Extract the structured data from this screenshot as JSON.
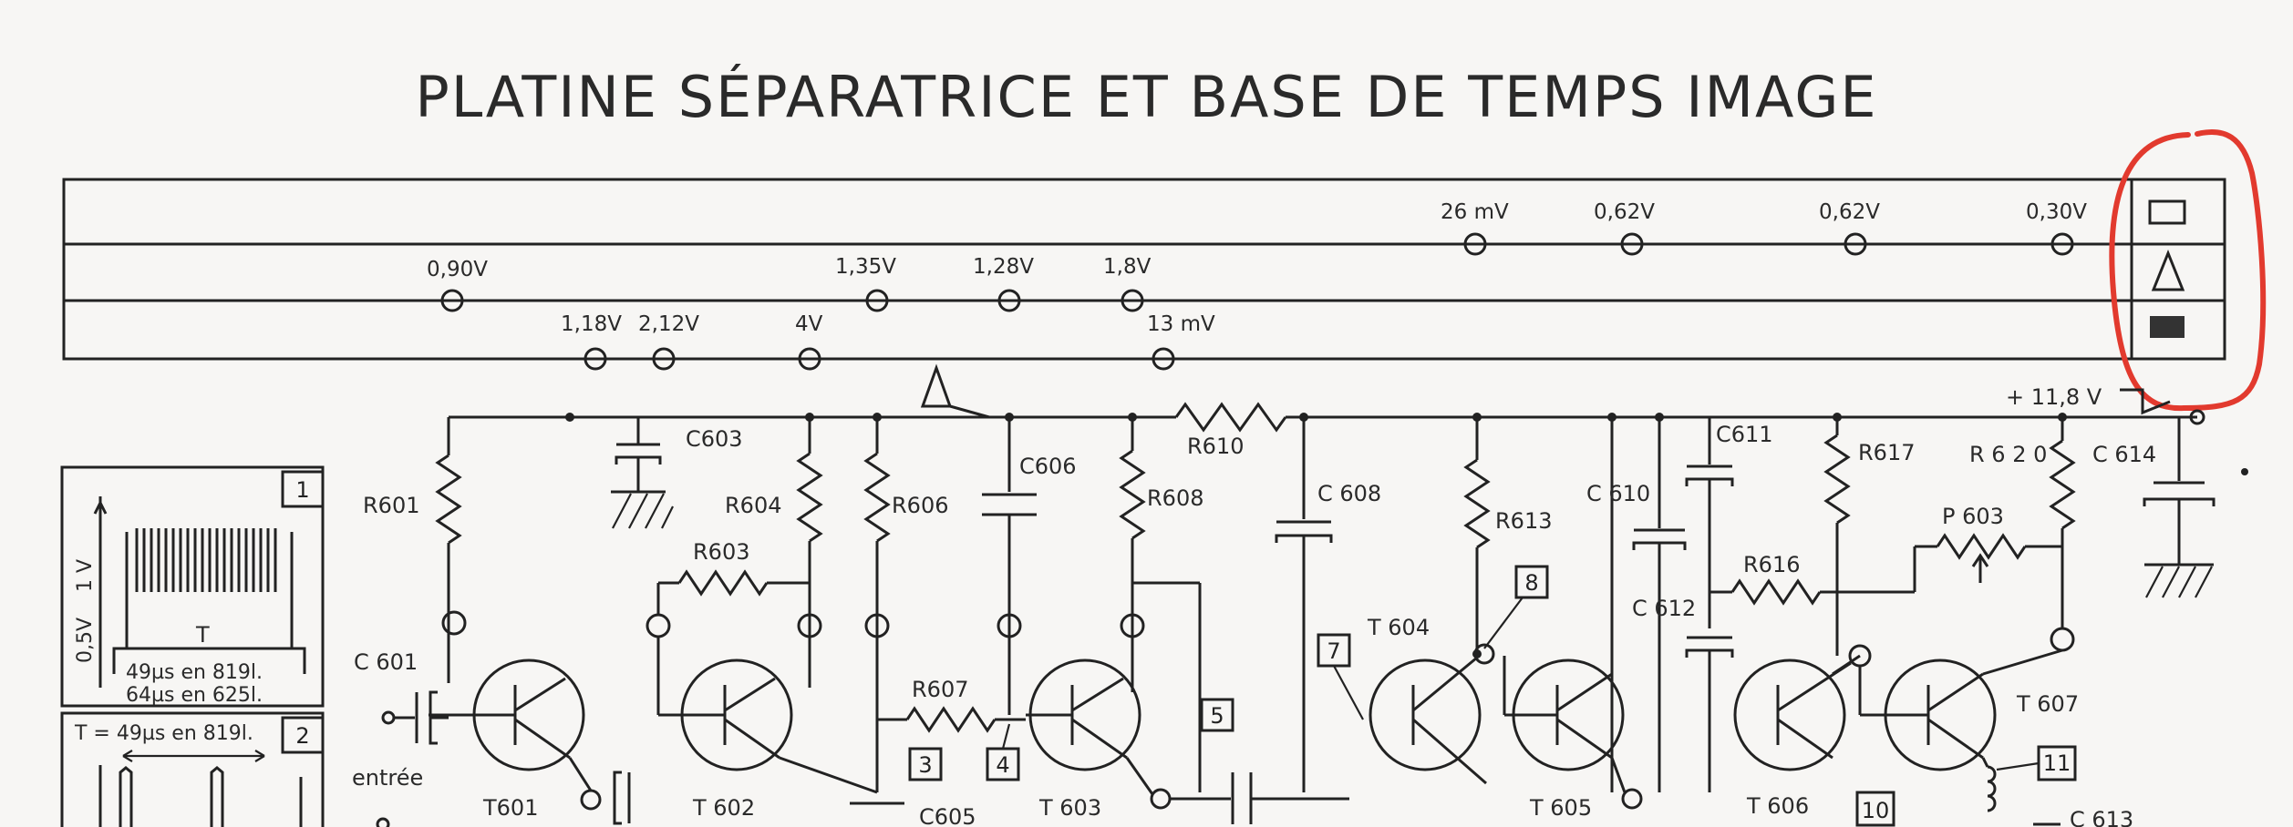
{
  "title": "PLATINE SÉPARATRICE ET BASE DE TEMPS IMAGE",
  "legend_icons": [
    "rectangle-outline-icon",
    "triangle-outline-icon",
    "rectangle-filled-icon"
  ],
  "voltages_row1": [
    "26 mV",
    "0,62V",
    "0,62V",
    "0,30V"
  ],
  "voltages_row2": [
    "0,90V",
    "1,35V",
    "1,28V",
    "1,8V"
  ],
  "voltages_row3": [
    "1,18V",
    "2,12V",
    "4V",
    "13 mV"
  ],
  "supply": "+ 11,8 V",
  "resistors": [
    "R601",
    "R603",
    "R604",
    "R606",
    "R607",
    "R608",
    "R610",
    "R613",
    "R616",
    "R617",
    "R 6 2 0"
  ],
  "capacitors": [
    "C603",
    "C606",
    "C 608",
    "C 610",
    "C611",
    "C 612",
    "C 614",
    "C 601",
    "C605",
    "C 613"
  ],
  "transistors": [
    "T601",
    "T 602",
    "T 603",
    "T 604",
    "T 605",
    "T 606",
    "T 607"
  ],
  "potentiometer": "P 603",
  "input_label": "entrée",
  "test_points": [
    "1",
    "2",
    "3",
    "4",
    "5",
    "7",
    "8",
    "10",
    "11"
  ],
  "waveform1": {
    "y_label_1": "1 V",
    "y_label_2": "0,5V",
    "period_label": "T",
    "line1": "49µs en 819l.",
    "line2": "64µs en 625l."
  },
  "waveform2": {
    "header": "T = 49µs en 819l."
  },
  "colors": {
    "annotation_circle": "#e23a2e",
    "ink": "#222222"
  }
}
